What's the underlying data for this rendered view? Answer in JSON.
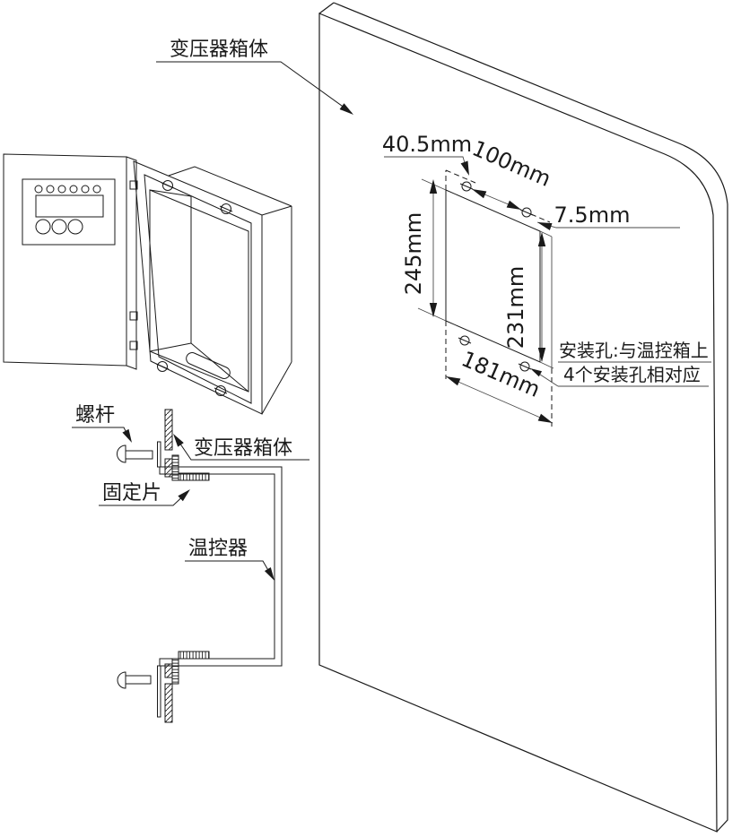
{
  "diagram": {
    "labels": {
      "transformer_box_top": "变压器箱体",
      "transformer_box_section": "变压器箱体",
      "screw_rod": "螺杆",
      "fixing_piece": "固定片",
      "thermostat": "温控器"
    },
    "note": {
      "line1": "安装孔:与温控箱上",
      "line2": "4个安装孔相对应"
    },
    "dimensions": {
      "offset_left": "40.5mm",
      "hole_spacing_horizontal": "100mm",
      "offset_right": "7.5mm",
      "cutout_height": "245mm",
      "hole_spacing_vertical": "231mm",
      "cutout_width": "181mm"
    },
    "colors": {
      "line": "#1a1a1a",
      "background": "#ffffff"
    }
  }
}
